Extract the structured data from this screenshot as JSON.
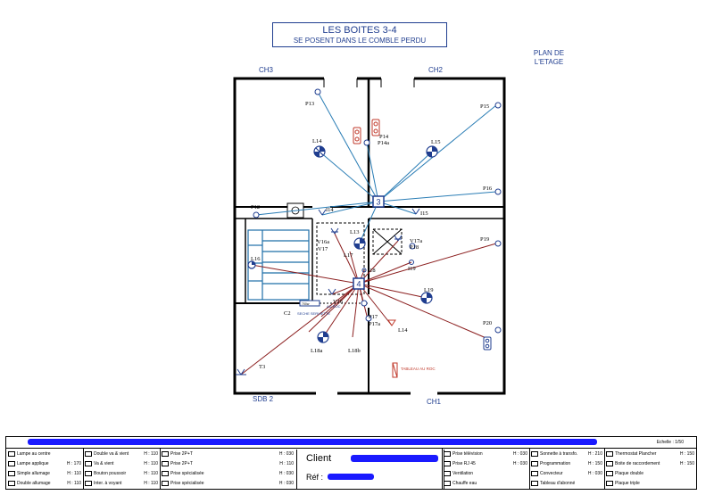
{
  "header": {
    "line1": "LES BOITES 3-4",
    "line2": "SE POSENT DANS LE COMBLE PERDU"
  },
  "plan_title": "PLAN DE L'ETAGE",
  "rooms": {
    "ch3": "CH3",
    "ch2": "CH2",
    "ch1": "CH1",
    "sdb2": "SDB 2"
  },
  "boxes": {
    "b3": "3",
    "b4": "4"
  },
  "labels": {
    "p13": "P13",
    "p15": "P15",
    "p14": "P14",
    "p14a": "P14a",
    "l14": "L14",
    "l15": "L15",
    "p16": "P16",
    "p12": "P12",
    "i14": "I14",
    "i15": "I15",
    "l13": "L13",
    "v16a": "V16a",
    "v17": "V17",
    "v17a": "V17a",
    "p18": "P18",
    "p19": "P19",
    "l16": "L16",
    "l17": "L17",
    "i18": "I18",
    "i19": "I19",
    "l19": "L19",
    "v16": "V16",
    "p17": "P17",
    "p17a": "P17a",
    "l14b": "L14",
    "p20": "P20",
    "c2": "C2",
    "seche": "SECHE SERVIETTE",
    "auroc": "AU ROC",
    "w700": "700w",
    "l18a": "L18a",
    "l18b": "L18b",
    "t3": "T3",
    "tableau": "TABLEAU AU ROC"
  },
  "legend": {
    "scale": "Echelle : 1/50",
    "client_label": "Client",
    "ref_label": "Réf :",
    "col1": [
      {
        "label": "Lampe au centre",
        "h": ""
      },
      {
        "label": "Lampe applique",
        "h": "H : 170"
      },
      {
        "label": "Simple allumage",
        "h": "H : 110"
      },
      {
        "label": "Double allumage",
        "h": "H : 110"
      }
    ],
    "col2": [
      {
        "label": "Double va & vient",
        "h": "H : 110"
      },
      {
        "label": "Va & vient",
        "h": "H : 110"
      },
      {
        "label": "Bouton poussoir",
        "h": "H : 110"
      },
      {
        "label": "Inter. à voyant",
        "h": "H : 110"
      }
    ],
    "col3": [
      {
        "label": "Prise 2P+T",
        "h": "H : 030"
      },
      {
        "label": "Prise 2P+T",
        "h": "H : 110"
      },
      {
        "label": "Prise spécialisée",
        "h": "H : 030"
      },
      {
        "label": "Prise spécialisée",
        "h": "H : 030"
      }
    ],
    "col4": [
      {
        "label": "Prise télévision",
        "h": "H : 030"
      },
      {
        "label": "Prise RJ 45",
        "h": "H : 030"
      },
      {
        "label": "Ventilation",
        "h": ""
      },
      {
        "label": "Chauffe eau",
        "h": ""
      }
    ],
    "col5": [
      {
        "label": "Sonnette à transfo.",
        "h": "H : 210"
      },
      {
        "label": "Programmation",
        "h": "H : 150"
      },
      {
        "label": "Convecteur",
        "h": "H : 030"
      },
      {
        "label": "Tableau d'abonné",
        "h": ""
      }
    ],
    "col6": [
      {
        "label": "Thermostat Plancher",
        "h": "H : 150"
      },
      {
        "label": "Boite de raccordement",
        "h": "H : 150"
      },
      {
        "label": "Plaque double",
        "h": ""
      },
      {
        "label": "Plaque triple",
        "h": ""
      }
    ]
  }
}
